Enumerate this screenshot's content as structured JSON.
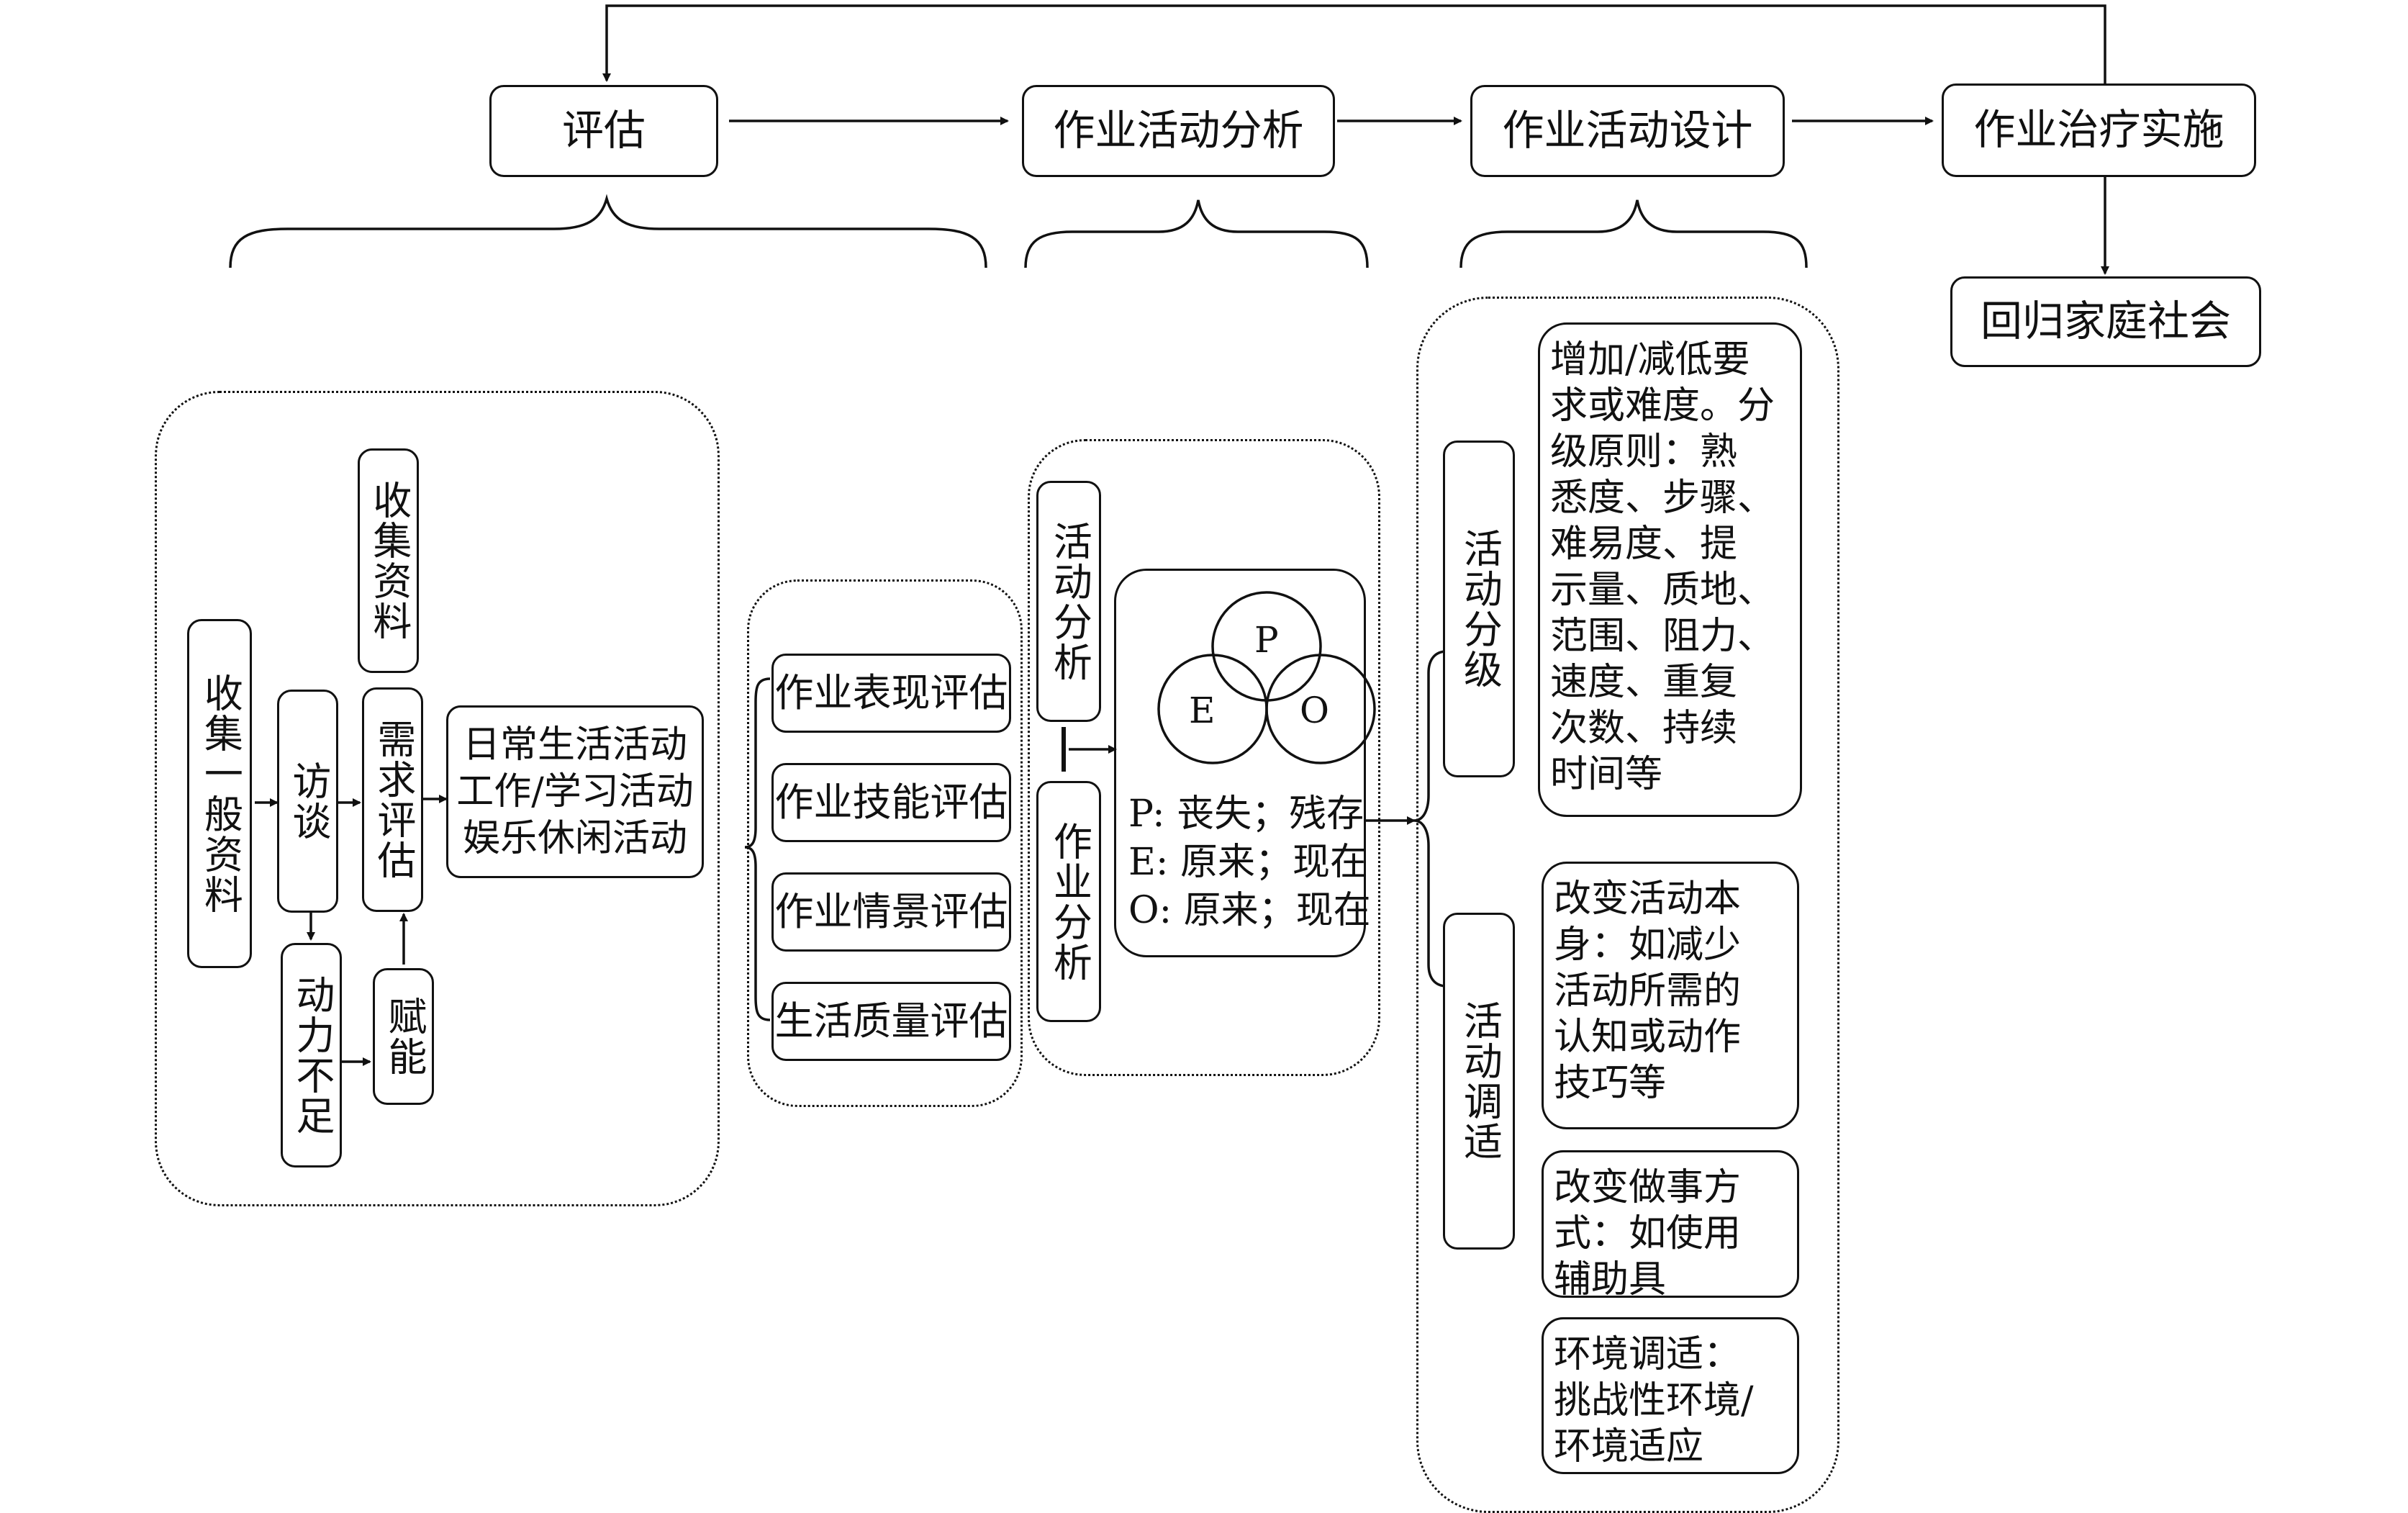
{
  "flow": {
    "assess": "评估",
    "analysis": "作业活动分析",
    "design": "作业活动设计",
    "implement": "作业治疗实施",
    "return": "回归家庭社会"
  },
  "assessment": {
    "collect_general": "收集一般资料",
    "interview": "访谈",
    "collect_data": "收集资料",
    "needs_assess": "需求评估",
    "lack_motivation": "动力不足",
    "empower": "赋能",
    "activities": [
      "日常生活活动",
      "工作/学习活动",
      "娱乐休闲活动"
    ]
  },
  "evaluations": [
    "作业表现评估",
    "作业技能评估",
    "作业情景评估",
    "生活质量评估"
  ],
  "analysis_detail": {
    "activity_analysis": "活动分析",
    "occupation_analysis": "作业分析",
    "venn": {
      "p": "P",
      "e": "E",
      "o": "O"
    },
    "lines": [
      "P: 丧失；残存",
      "E: 原来；现在",
      "O: 原来；现在"
    ]
  },
  "design_detail": {
    "grading_label": "活动分级",
    "adaptation_label": "活动调适",
    "grading_text": "增加/减低要\n求或难度。分\n级原则：熟\n悉度、步骤、\n难易度、提\n示量、质地、\n范围、阻力、\n速度、重复\n次数、持续\n时间等",
    "adapt_items": [
      "改变活动本\n身：如减少\n活动所需的\n认知或动作\n技巧等",
      "改变做事方\n式：如使用\n辅助具",
      "环境调适：\n挑战性环境/\n环境适应"
    ]
  }
}
